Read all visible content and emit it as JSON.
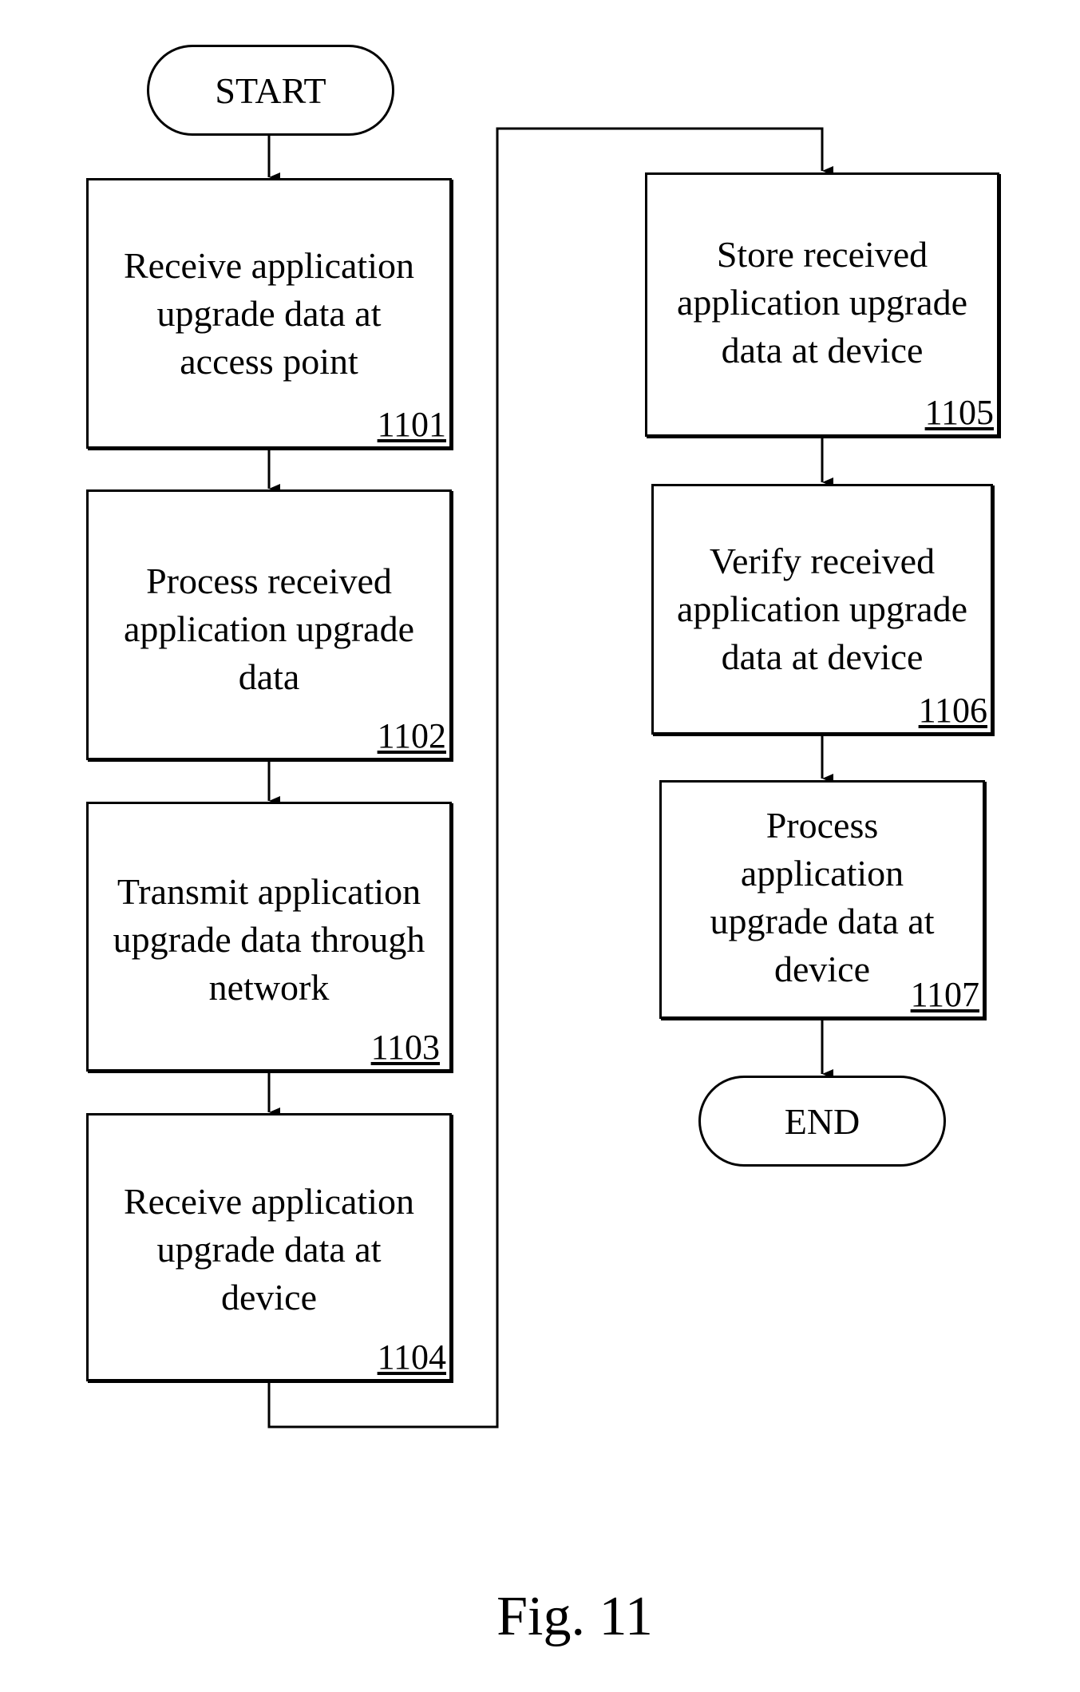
{
  "flowchart": {
    "start_label": "START",
    "end_label": "END",
    "steps": [
      {
        "id": "1101",
        "text": "Receive application\nupgrade data at\naccess point"
      },
      {
        "id": "1102",
        "text": "Process received\napplication upgrade\ndata"
      },
      {
        "id": "1103",
        "text": "Transmit application\nupgrade data through\nnetwork"
      },
      {
        "id": "1104",
        "text": "Receive application\nupgrade data at\ndevice"
      },
      {
        "id": "1105",
        "text": "Store received\napplication upgrade\ndata at device"
      },
      {
        "id": "1106",
        "text": "Verify received\napplication upgrade\ndata at device"
      },
      {
        "id": "1107",
        "text": "Process\napplication\nupgrade data at\ndevice"
      }
    ]
  },
  "caption": "Fig. 11"
}
